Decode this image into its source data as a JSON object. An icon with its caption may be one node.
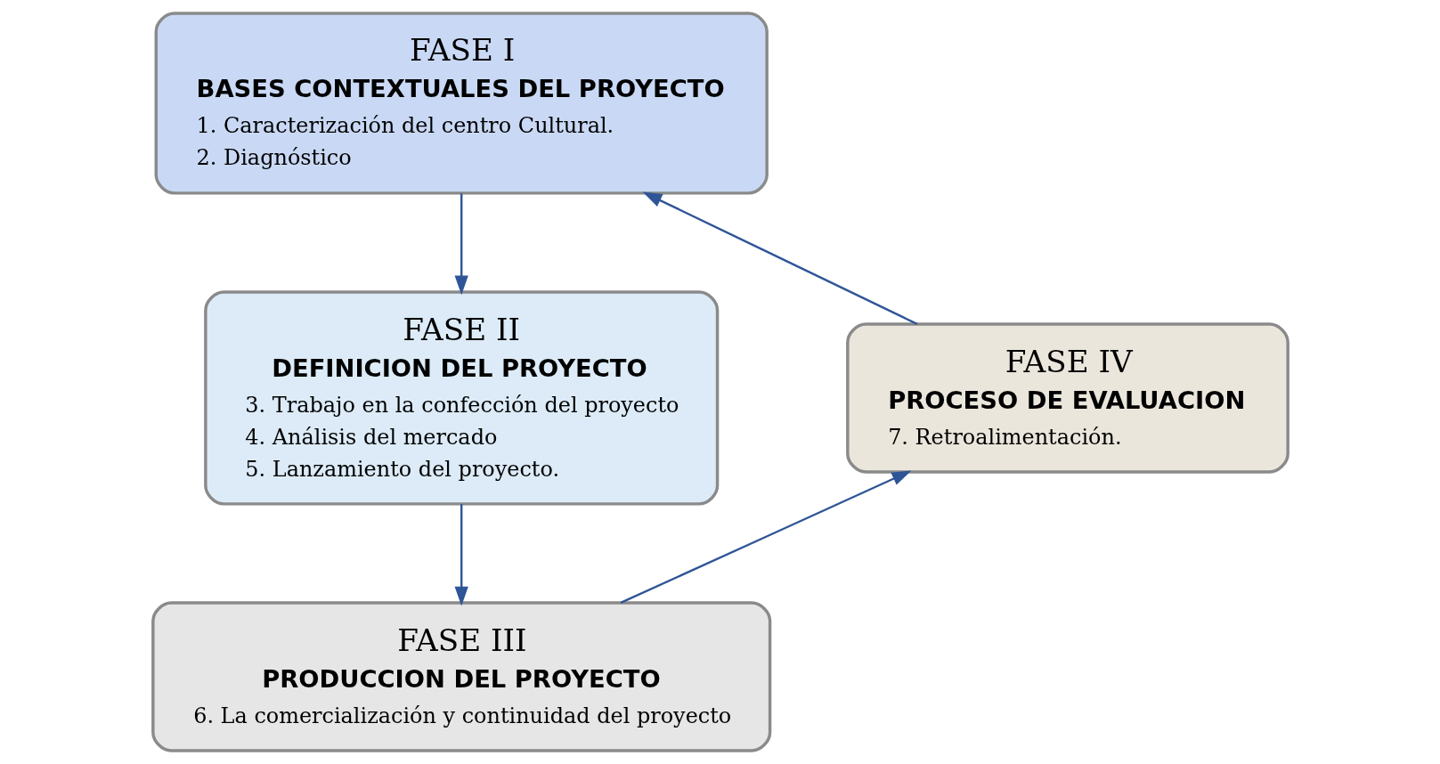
{
  "diagram": {
    "nodes": [
      {
        "text": [
          "FASE I",
          "BASES CONTEXTUALES DEL PROYECTO",
          "1. Caracterización del centro Cultural.",
          "2. Diagnóstico"
        ]
      },
      {
        "text": [
          "FASE II",
          "DEFINICION DEL PROYECTO",
          "3. Trabajo en la confección del proyecto",
          "4. Análisis del mercado",
          "5. Lanzamiento del proyecto."
        ]
      },
      {
        "text": [
          "FASE III",
          "PRODUCCION DEL PROYECTO",
          "6. La comercialización y continuidad del proyecto"
        ]
      },
      {
        "text": [
          "FASE IV",
          "PROCESO DE EVALUACION",
          "7. Retroalimentación."
        ]
      }
    ],
    "edges": [
      {
        "from": 0,
        "to": 1,
        "arrow": "to"
      },
      {
        "from": 1,
        "to": 2,
        "arrow": "to"
      },
      {
        "from": 2,
        "to": 3,
        "arrow": "to"
      },
      {
        "from": 3,
        "to": 0,
        "arrow": "to"
      }
    ]
  }
}
